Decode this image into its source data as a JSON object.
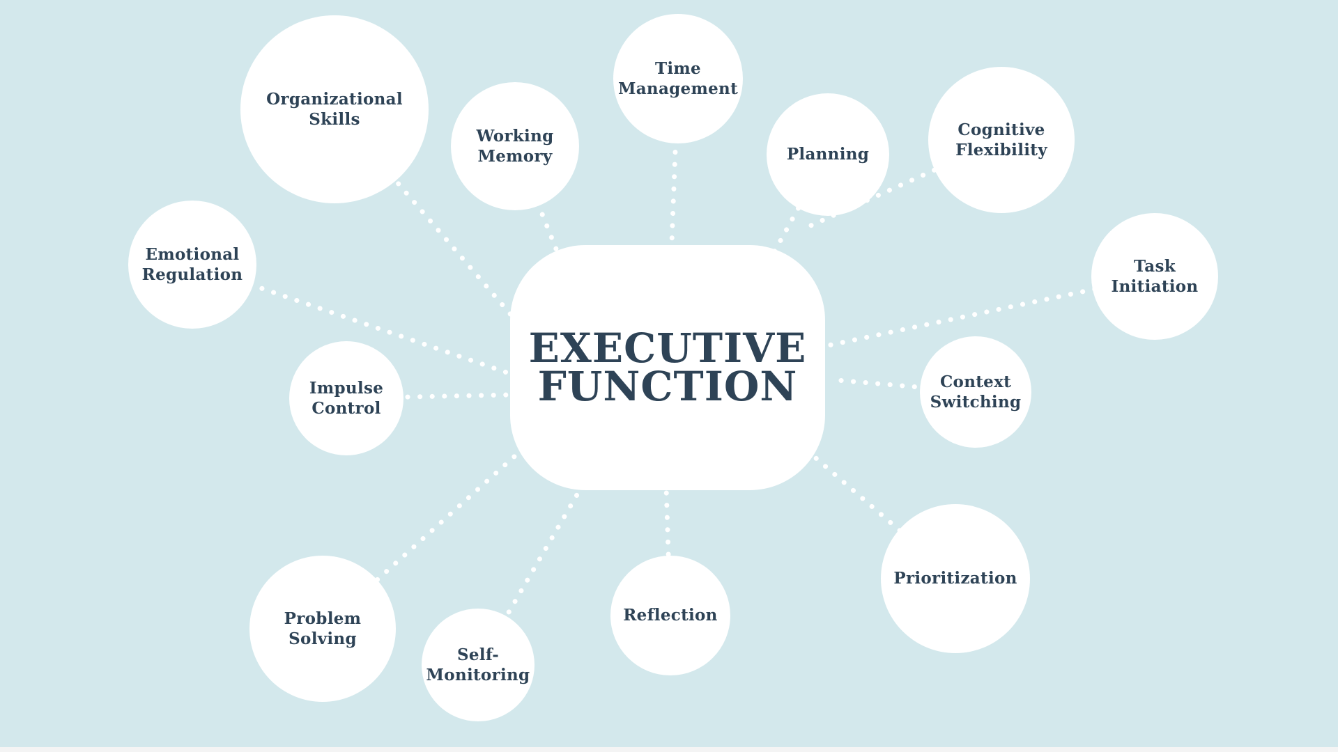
{
  "center": {
    "title": "EXECUTIVE FUNCTION"
  },
  "nodes": [
    {
      "label": "Organizational Skills"
    },
    {
      "label": "Working Memory"
    },
    {
      "label": "Time Management"
    },
    {
      "label": "Planning"
    },
    {
      "label": "Cognitive Flexibility"
    },
    {
      "label": "Task Initiation"
    },
    {
      "label": "Context Switching"
    },
    {
      "label": "Prioritization"
    },
    {
      "label": "Reflection"
    },
    {
      "label": "Self-Monitoring"
    },
    {
      "label": "Problem Solving"
    },
    {
      "label": "Impulse Control"
    },
    {
      "label": "Emotional Regulation"
    }
  ],
  "theme": {
    "background": "#d3e8ec",
    "node_fill": "#ffffff",
    "text_color": "#2e4356",
    "connector_color": "#ffffff"
  }
}
